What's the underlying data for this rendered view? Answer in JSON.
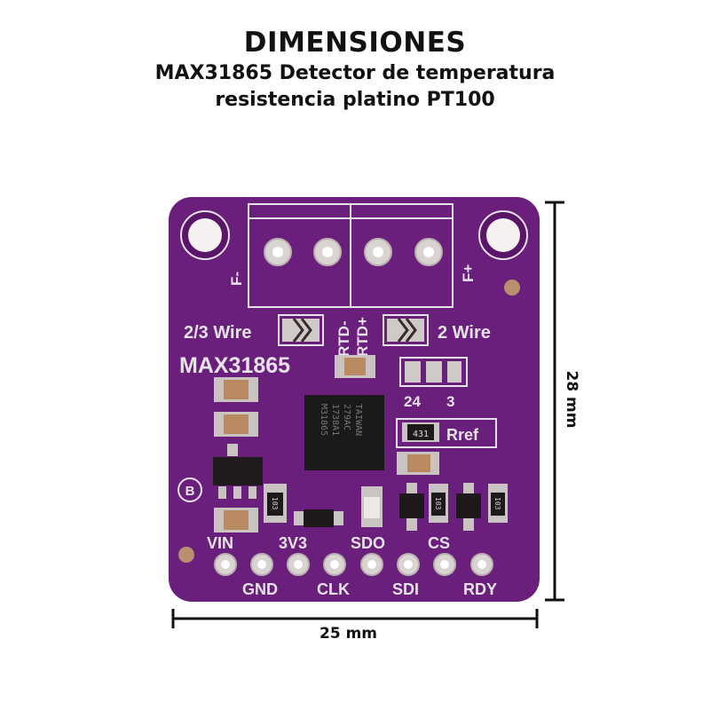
{
  "header": {
    "title": "DIMENSIONES",
    "subtitle_line1": "MAX31865 Detector de temperatura",
    "subtitle_line2": "resistencia platino PT100"
  },
  "board": {
    "name": "MAX31865",
    "color": "#6b1f7c",
    "labels": {
      "f_minus": "F-",
      "f_plus": "F+",
      "wire23": "2/3 Wire",
      "wire2": "2 Wire",
      "rtd_minus": "RTD-",
      "rtd_plus": "RTD+",
      "jumper_24": "24",
      "jumper_3": "3",
      "rref": "Rref",
      "resistor_code": "431",
      "b_mark": "B"
    },
    "chip_text": [
      "M31865",
      "1738A1",
      "279AC",
      "TAIWAN"
    ],
    "resistor_marking": "103",
    "pins_top": [
      "VIN",
      "3V3",
      "SDO",
      "CS"
    ],
    "pins_bottom": [
      "GND",
      "CLK",
      "SDI",
      "RDY"
    ]
  },
  "dimensions": {
    "width": "25 mm",
    "height": "28 mm"
  }
}
